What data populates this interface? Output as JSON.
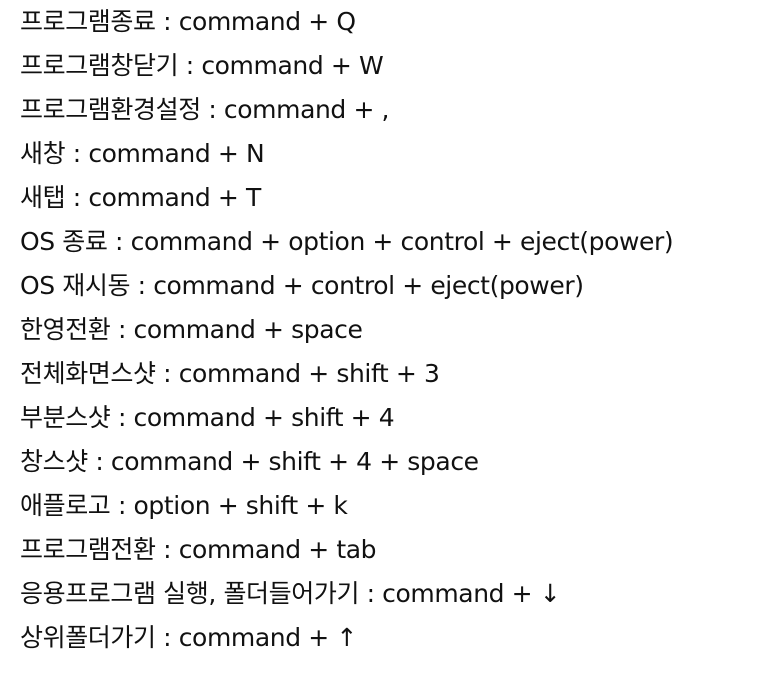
{
  "shortcuts": [
    {
      "text": "프로그램종료 : command + Q"
    },
    {
      "text": "프로그램창닫기 : command + W"
    },
    {
      "text": "프로그램환경설정 :  command + ,"
    },
    {
      "text": "새창 : command + N"
    },
    {
      "text": "새탭 : command + T"
    },
    {
      "text": "OS 종료 : command + option + control + eject(power)"
    },
    {
      "text": "OS 재시동 : command + control + eject(power)"
    },
    {
      "text": "한영전환 : command + space"
    },
    {
      "text": "전체화면스샷 : command + shift + 3"
    },
    {
      "text": "부분스샷 : command + shift + 4"
    },
    {
      "text": "창스샷 : command + shift + 4 + space"
    },
    {
      "text": "애플로고 :  option + shift + k"
    },
    {
      "text": "프로그램전환 : command + tab"
    },
    {
      "text": "응용프로그램 실행, 폴더들어가기 : command + ↓"
    },
    {
      "text": "상위폴더가기 : command + ↑"
    }
  ]
}
